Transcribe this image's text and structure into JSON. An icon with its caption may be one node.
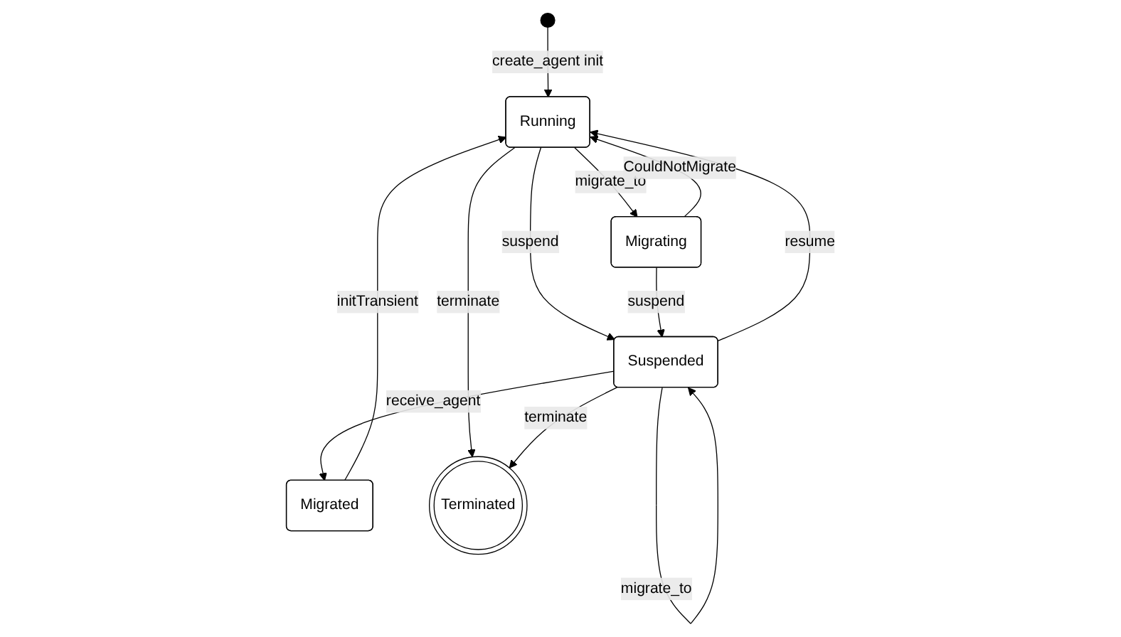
{
  "diagram": {
    "nodes": [
      {
        "text": [],
        "shape": "circle"
      },
      {
        "text": [
          "Running"
        ]
      },
      {
        "text": [
          "Migrating"
        ]
      },
      {
        "text": [
          "Migrated"
        ]
      },
      {
        "text": [
          "Terminated"
        ]
      },
      {
        "text": [
          "Suspended"
        ]
      }
    ],
    "edges": [
      {
        "from": 0,
        "to": 1,
        "arrow": "to",
        "label": "create_agent init"
      },
      {
        "from": 1,
        "to": 2,
        "arrow": "to",
        "label": "migrate_to"
      },
      {
        "from": 2,
        "to": 1,
        "arrow": "to",
        "label": "CouldNotMigrate"
      },
      {
        "from": 1,
        "to": 4,
        "arrow": "to",
        "label": "terminate"
      },
      {
        "from": 3,
        "to": 1,
        "arrow": "to",
        "label": "initTransient"
      },
      {
        "from": 1,
        "to": 5,
        "arrow": "to",
        "label": "suspend"
      },
      {
        "from": 5,
        "to": 1,
        "arrow": "to",
        "label": "resume"
      },
      {
        "from": 2,
        "to": 5,
        "arrow": "to",
        "label": "suspend"
      },
      {
        "from": 5,
        "to": 3,
        "arrow": "to",
        "label": "receive_agent"
      },
      {
        "from": 5,
        "to": 4,
        "arrow": "to",
        "label": "terminate"
      },
      {
        "from": 5,
        "to": 5,
        "arrow": "to",
        "label": "migrate_to"
      }
    ]
  }
}
